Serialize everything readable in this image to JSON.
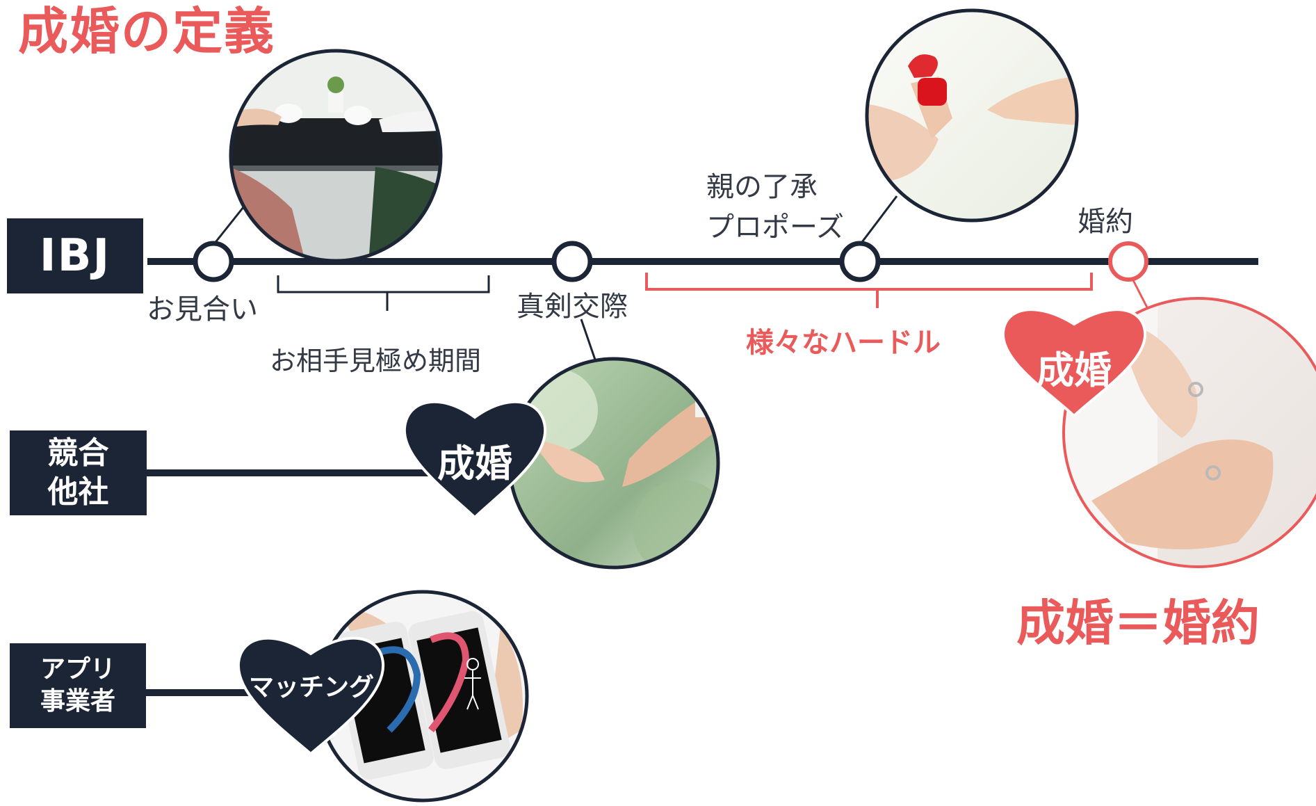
{
  "title": "成婚の定義",
  "rows": {
    "ibj": "IBJ",
    "competitor_line1": "競合",
    "competitor_line2": "他社",
    "app_line1": "アプリ",
    "app_line2": "事業者"
  },
  "milestones": {
    "omiai": "お見合い",
    "period": "お相手見極め期間",
    "shinken": "真剣交際",
    "parents": "親の了承",
    "propose": "プロポーズ",
    "engagement": "婚約",
    "hurdles": "様々なハードル"
  },
  "hearts": {
    "ibj": "成婚",
    "competitor": "成婚",
    "app": "マッチング"
  },
  "conclusion": "成婚＝婚約",
  "colors": {
    "navy": "#1b2535",
    "accent_red": "#ea5a5a",
    "text": "#333a45"
  },
  "icons": {
    "photo_omiai": "meeting-coffee-photo",
    "photo_propose": "ring-proposal-photo",
    "photo_shinken": "holding-hands-photo",
    "photo_engagement": "wedding-rings-photo",
    "photo_app": "smartphones-heart-photo"
  }
}
